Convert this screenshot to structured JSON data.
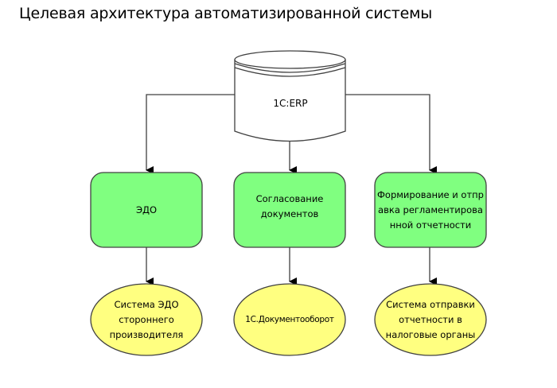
{
  "title": "Целевая архитектура автоматизированной системы",
  "colors": {
    "process_fill": "#80ff80",
    "system_fill": "#ffff80",
    "database_fill": "#ffffff",
    "stroke": "#404040"
  },
  "database": {
    "label": "1C:ERP"
  },
  "processes": [
    {
      "label": "ЭДО"
    },
    {
      "label": "Согласование документов"
    },
    {
      "label": "Формирование и отправка регламентированной отчетности"
    }
  ],
  "systems": [
    {
      "label": "Система ЭДО стороннего производителя"
    },
    {
      "label": "1С.Документооборот"
    },
    {
      "label": "Система отправки отчетности в налоговые органы"
    }
  ]
}
